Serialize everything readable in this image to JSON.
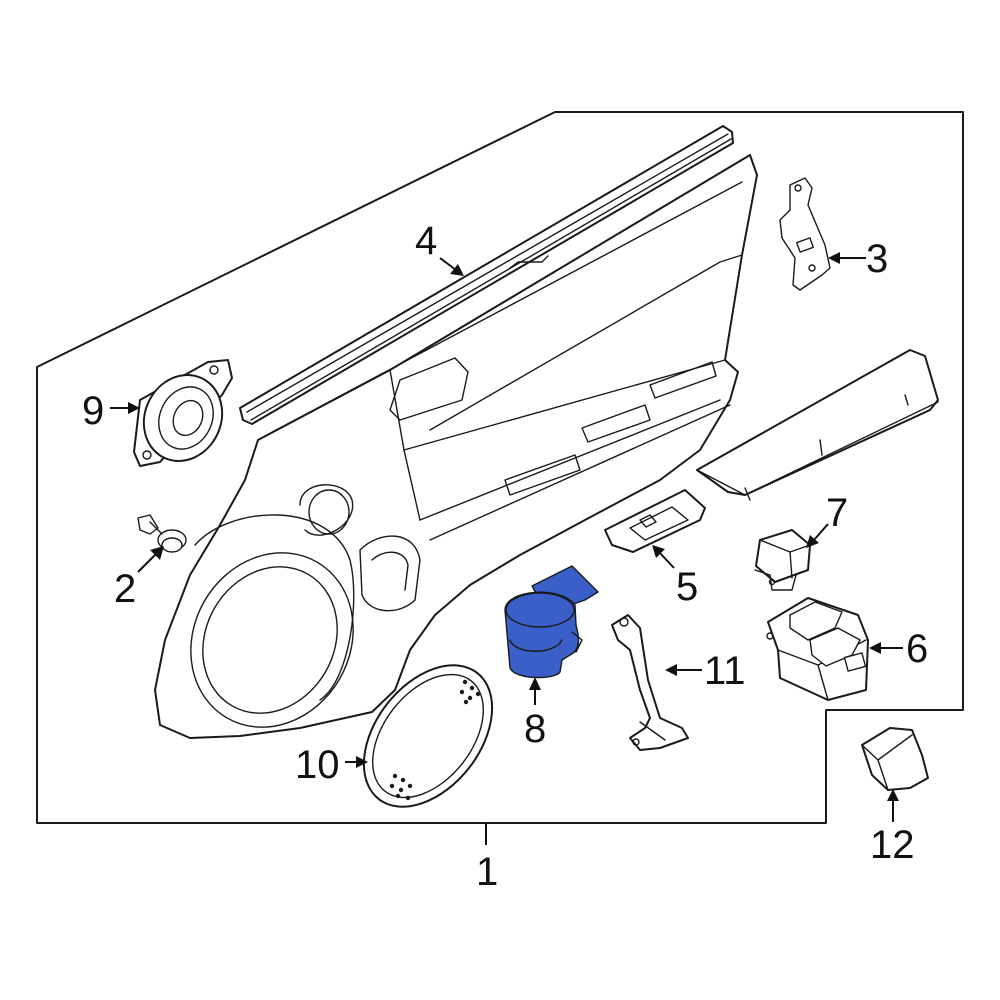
{
  "highlight_color": "#3a5fc8",
  "line_color": "#1a1a1a",
  "callouts": {
    "c1": "1",
    "c2": "2",
    "c3": "3",
    "c4": "4",
    "c5": "5",
    "c6": "6",
    "c7": "7",
    "c8": "8",
    "c9": "9",
    "c10": "10",
    "c11": "11",
    "c12": "12"
  }
}
